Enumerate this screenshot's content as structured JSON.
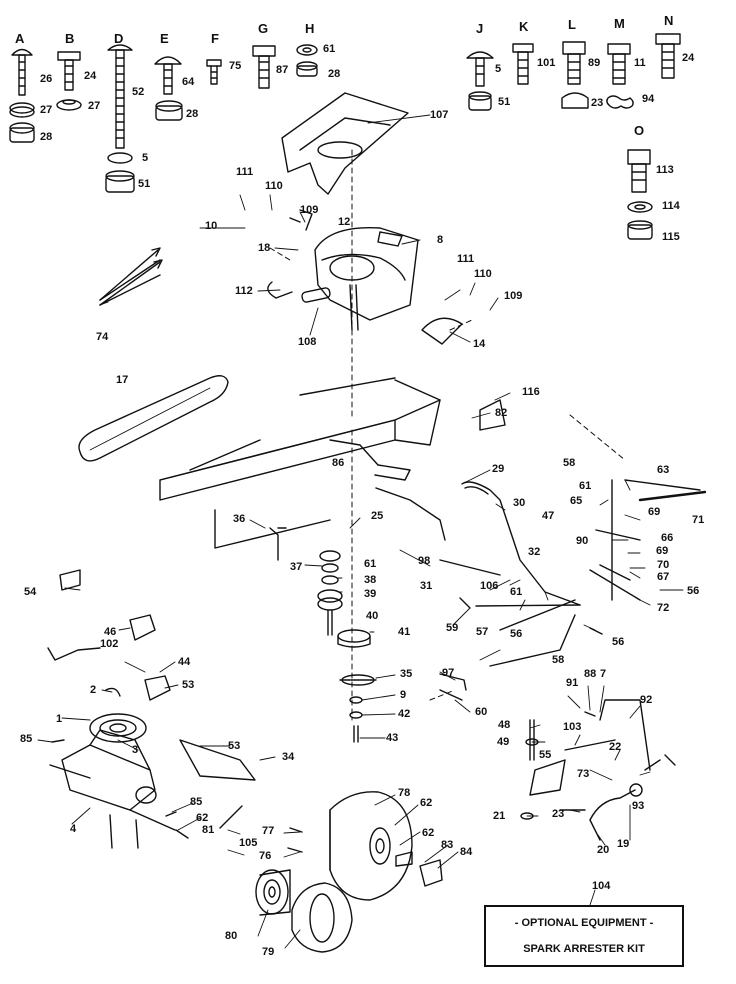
{
  "hardware_letters": [
    "A",
    "B",
    "D",
    "E",
    "F",
    "G",
    "H",
    "J",
    "K",
    "L",
    "M",
    "N",
    "O"
  ],
  "part_numbers": {
    "p26": "26",
    "p27a": "27",
    "p28a": "28",
    "p24a": "24",
    "p27b": "27",
    "p52": "52",
    "p5a": "5",
    "p51a": "51",
    "p64": "64",
    "p28b": "28",
    "p75": "75",
    "p87": "87",
    "p61a": "61",
    "p28c": "28",
    "p5b": "5",
    "p51b": "51",
    "p101": "101",
    "p89": "89",
    "p23a": "23",
    "p11": "11",
    "p94": "94",
    "p24b": "24",
    "p113": "113",
    "p114": "114",
    "p115": "115",
    "p107": "107",
    "p111a": "111",
    "p110a": "110",
    "p109a": "109",
    "p10": "10",
    "p12": "12",
    "p18": "18",
    "p8": "8",
    "p111b": "111",
    "p110b": "110",
    "p109b": "109",
    "p112": "112",
    "p108": "108",
    "p14": "14",
    "p74": "74",
    "p17": "17",
    "p116": "116",
    "p82": "82",
    "p86": "86",
    "p36": "36",
    "p25": "25",
    "p29": "29",
    "p30": "30",
    "p47": "47",
    "p32": "32",
    "p58a": "58",
    "p63": "63",
    "p61b": "61",
    "p65": "65",
    "p69a": "69",
    "p71": "71",
    "p90": "90",
    "p66": "66",
    "p69b": "69",
    "p70": "70",
    "p67": "67",
    "p56a": "56",
    "p72": "72",
    "p98": "98",
    "p31": "31",
    "p106": "106",
    "p61c": "61",
    "p59": "59",
    "p57": "57",
    "p56b": "56",
    "p56c": "56",
    "p37": "37",
    "p61d": "61",
    "p38": "38",
    "p39": "39",
    "p40": "40",
    "p41": "41",
    "p54": "54",
    "p46": "46",
    "p102": "102",
    "p44": "44",
    "p53a": "53",
    "p2": "2",
    "p1": "1",
    "p85a": "85",
    "p3": "3",
    "p53b": "53",
    "p34": "34",
    "p35": "35",
    "p9": "9",
    "p42": "42",
    "p43": "43",
    "p97": "97",
    "p60": "60",
    "p58b": "58",
    "p91": "91",
    "p88": "88",
    "p7": "7",
    "p92": "92",
    "p48": "48",
    "p49": "49",
    "p103": "103",
    "p55": "55",
    "p22": "22",
    "p73": "73",
    "p93": "93",
    "p21": "21",
    "p23b": "23",
    "p20": "20",
    "p19": "19",
    "p4": "4",
    "p85b": "85",
    "p62a": "62",
    "p81": "81",
    "p77": "77",
    "p105": "105",
    "p76": "76",
    "p78": "78",
    "p62b": "62",
    "p62c": "62",
    "p83": "83",
    "p84": "84",
    "p80": "80",
    "p79": "79",
    "p104": "104"
  },
  "optional_equipment": {
    "line1": "- OPTIONAL EQUIPMENT -",
    "line2": "SPARK ARRESTER KIT"
  }
}
